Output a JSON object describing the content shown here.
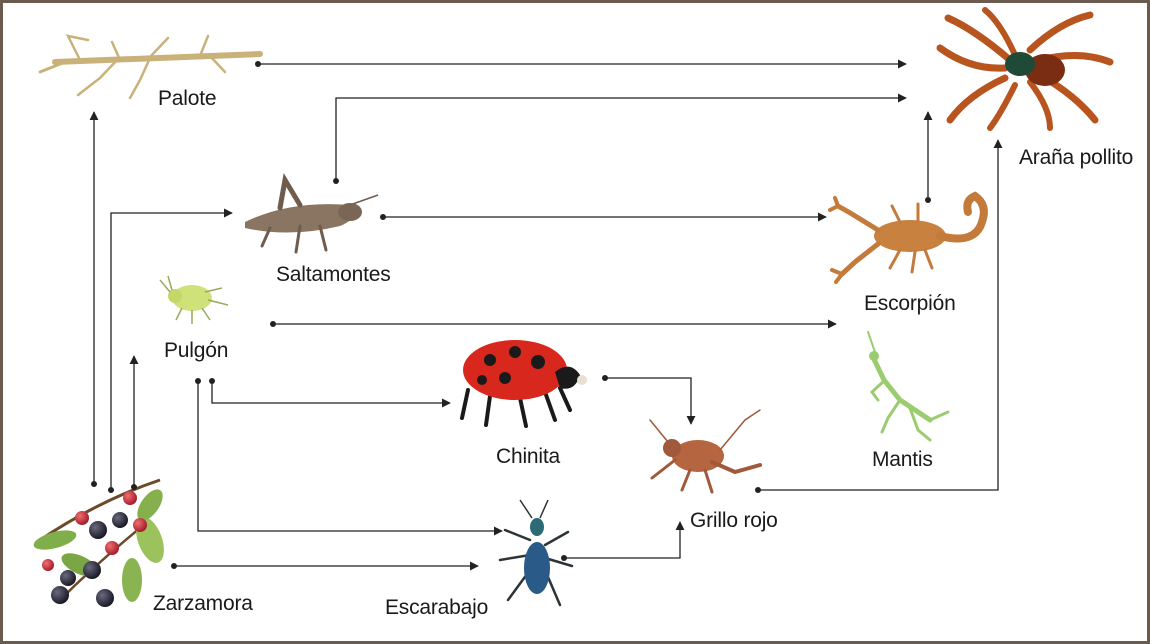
{
  "diagram": {
    "organisms": {
      "palote": "Palote",
      "arana_pollito": "Araña pollito",
      "saltamontes": "Saltamontes",
      "escorpion": "Escorpión",
      "pulgon": "Pulgón",
      "chinita": "Chinita",
      "mantis": "Mantis",
      "grillo_rojo": "Grillo rojo",
      "zarzamora": "Zarzamora",
      "escarabajo": "Escarabajo"
    },
    "links": [
      {
        "from": "Zarzamora",
        "to": "Palote"
      },
      {
        "from": "Zarzamora",
        "to": "Saltamontes"
      },
      {
        "from": "Zarzamora",
        "to": "Pulgón"
      },
      {
        "from": "Zarzamora",
        "to": "Escarabajo"
      },
      {
        "from": "Palote",
        "to": "Araña pollito"
      },
      {
        "from": "Saltamontes",
        "to": "Araña pollito"
      },
      {
        "from": "Saltamontes",
        "to": "Escorpión"
      },
      {
        "from": "Escorpión",
        "to": "Araña pollito"
      },
      {
        "from": "Pulgón",
        "to": "Escorpión"
      },
      {
        "from": "Pulgón",
        "to": "Chinita"
      },
      {
        "from": "Pulgón",
        "to": "Escarabajo"
      },
      {
        "from": "Chinita",
        "to": "Grillo rojo"
      },
      {
        "from": "Escarabajo",
        "to": "Grillo rojo"
      },
      {
        "from": "Grillo rojo",
        "to": "Araña pollito"
      }
    ]
  }
}
